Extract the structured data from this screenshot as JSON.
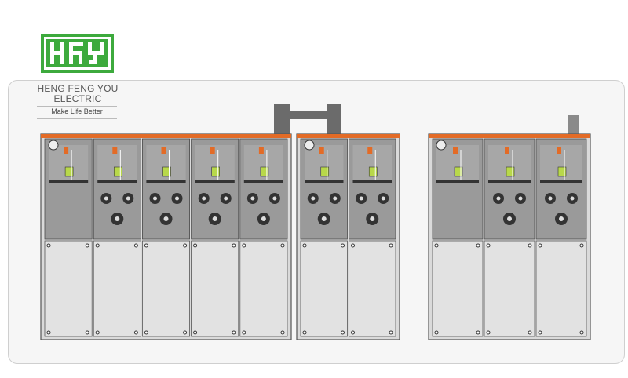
{
  "brand": {
    "logo_text": "HFY",
    "name_line1": "HENG FENG YOU",
    "name_line2": "ELECTRIC",
    "tagline": "Make Life Better",
    "colors": {
      "logo_green": "#3daa3d",
      "panel_orange": "#e36b26",
      "panel_gray": "#9a9a9a",
      "door_gray": "#e2e2e2"
    }
  },
  "switchgear_groups": [
    {
      "name": "group-left",
      "panel_count": 5
    },
    {
      "name": "group-middle",
      "panel_count": 2
    },
    {
      "name": "group-right",
      "panel_count": 3
    }
  ]
}
